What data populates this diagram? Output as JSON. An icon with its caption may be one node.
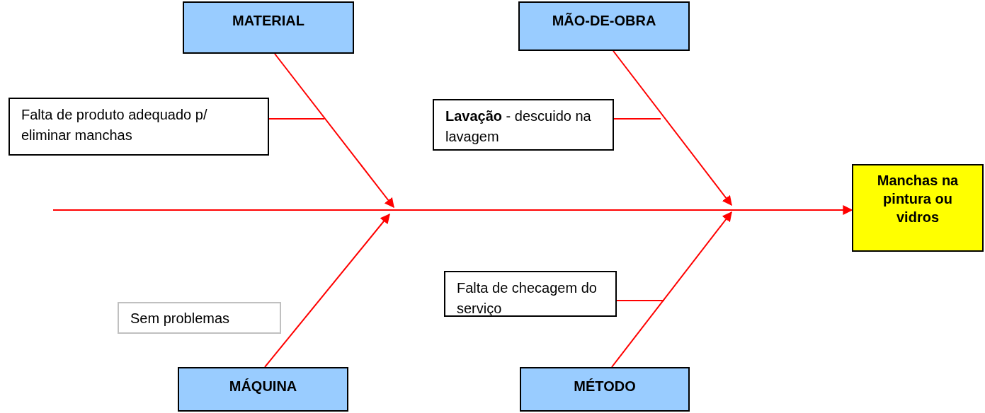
{
  "diagram": {
    "nodes": [
      {
        "text": [
          "MATERIAL"
        ]
      },
      {
        "text": [
          "MÃO-DE-OBRA"
        ]
      },
      {
        "text": [
          "Falta de produto adequado p/ eliminar manchas"
        ]
      },
      {
        "text": [
          "**Lavação** - descuido na lavagem"
        ]
      },
      {
        "text": [
          "Manchas na pintura ou vidros"
        ]
      },
      {
        "text": [
          "Sem problemas"
        ]
      },
      {
        "text": [
          "Falta de checagem do serviço"
        ]
      },
      {
        "text": [
          "MÁQUINA"
        ]
      },
      {
        "text": [
          "MÉTODO"
        ]
      }
    ],
    "edges": [
      {
        "from": null,
        "to": 4,
        "arrow": "to"
      },
      {
        "from": 0,
        "to": null,
        "arrow": "to"
      },
      {
        "from": 1,
        "to": null,
        "arrow": "to"
      },
      {
        "from": 7,
        "to": null,
        "arrow": "to"
      },
      {
        "from": 8,
        "to": null,
        "arrow": "to"
      },
      {
        "from": 2,
        "to": null,
        "arrow": "none"
      },
      {
        "from": 3,
        "to": null,
        "arrow": "none"
      },
      {
        "from": 6,
        "to": null,
        "arrow": "none"
      }
    ]
  }
}
